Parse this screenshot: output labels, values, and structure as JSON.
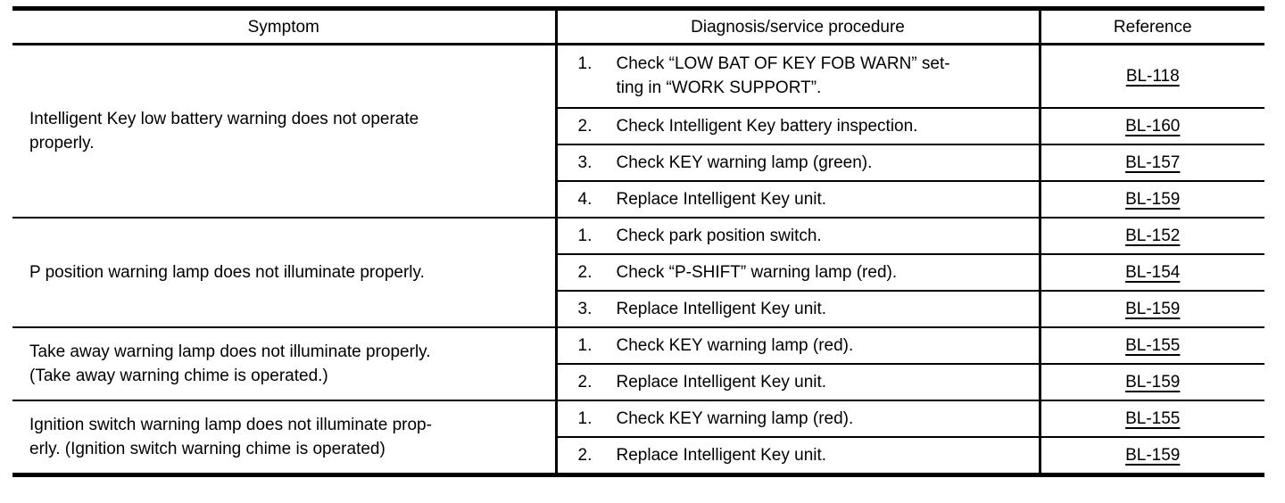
{
  "table": {
    "headers": {
      "symptom": "Symptom",
      "procedure": "Diagnosis/service procedure",
      "reference": "Reference"
    },
    "groups": [
      {
        "symptom": "Intelligent Key low battery warning does not operate\nproperly.",
        "steps": [
          {
            "num": "1.",
            "text": "Check “LOW BAT OF KEY FOB WARN” set-\nting in “WORK SUPPORT”.",
            "ref": "BL-118"
          },
          {
            "num": "2.",
            "text": "Check Intelligent Key battery inspection.",
            "ref": "BL-160"
          },
          {
            "num": "3.",
            "text": "Check KEY warning lamp (green).",
            "ref": "BL-157"
          },
          {
            "num": "4.",
            "text": "Replace Intelligent Key unit.",
            "ref": "BL-159"
          }
        ]
      },
      {
        "symptom": "P position warning lamp does not illuminate properly.",
        "steps": [
          {
            "num": "1.",
            "text": "Check park position switch.",
            "ref": "BL-152"
          },
          {
            "num": "2.",
            "text": "Check “P-SHIFT” warning lamp (red).",
            "ref": "BL-154"
          },
          {
            "num": "3.",
            "text": "Replace Intelligent Key unit.",
            "ref": "BL-159"
          }
        ]
      },
      {
        "symptom": "Take away warning lamp does not illuminate properly.\n(Take away warning chime is operated.)",
        "steps": [
          {
            "num": "1.",
            "text": "Check KEY warning lamp (red).",
            "ref": "BL-155"
          },
          {
            "num": "2.",
            "text": "Replace Intelligent Key unit.",
            "ref": "BL-159"
          }
        ]
      },
      {
        "symptom": "Ignition switch warning lamp does not illuminate prop-\nerly. (Ignition switch warning chime is operated)",
        "steps": [
          {
            "num": "1.",
            "text": "Check KEY warning lamp (red).",
            "ref": "BL-155"
          },
          {
            "num": "2.",
            "text": "Replace Intelligent Key unit.",
            "ref": "BL-159"
          }
        ]
      }
    ]
  },
  "colors": {
    "border": "#000000",
    "text": "#000000",
    "background": "#ffffff"
  }
}
